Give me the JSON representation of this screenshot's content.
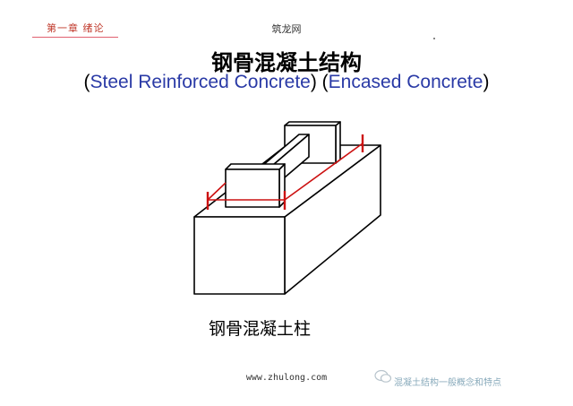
{
  "header": {
    "chapter": "第一章  绪论",
    "site_top": "筑龙网"
  },
  "title": {
    "cn": "钢骨混凝土结构",
    "en_open": "(",
    "en_steel": "Steel Reinforced Concrete",
    "en_mid": ") (",
    "en_encased": "Encased Concrete",
    "en_close": ")"
  },
  "figure": {
    "caption": "钢骨混凝土柱",
    "colors": {
      "outline": "#000000",
      "rebar": "#cc1111",
      "fill": "#ffffff"
    }
  },
  "footer": {
    "site_bottom": "www.zhulong.com",
    "watermark_text": "混凝土结构一般概念和特点",
    "watermark_icon": "wechat-icon"
  }
}
